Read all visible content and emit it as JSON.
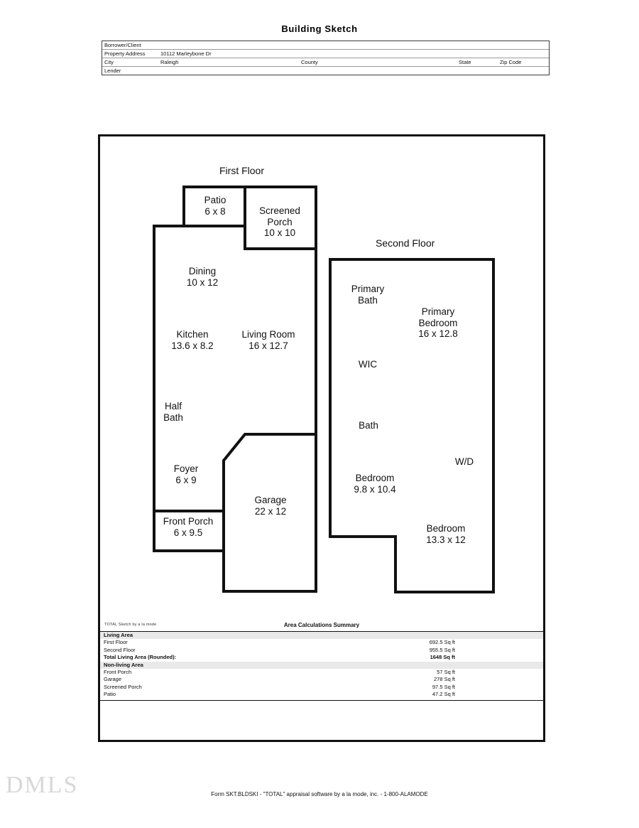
{
  "document": {
    "title": "Building Sketch",
    "footer": "Form SKT.BLDSKI - \"TOTAL\" appraisal software by a la mode, inc. - 1-800-ALAMODE",
    "watermark": "DMLS",
    "sketch_credit": "TOTAL Sketch by a la mode"
  },
  "header_fields": {
    "borrower_label": "Borrower/Client",
    "borrower_value": "",
    "property_address_label": "Property Address",
    "property_address_value": "10112 Marleybone Dr",
    "city_label": "City",
    "city_value": "Raleigh",
    "county_label": "County",
    "county_value": "",
    "state_label": "State",
    "state_value": "",
    "zip_label": "Zip Code",
    "zip_value": "",
    "lender_label": "Lender",
    "lender_value": ""
  },
  "floors": {
    "first": {
      "label": "First Floor",
      "rooms": [
        {
          "name": "Patio",
          "dim": "6 x 8"
        },
        {
          "name": "Screened",
          "name2": "Porch",
          "dim": "10 x 10"
        },
        {
          "name": "Dining",
          "dim": "10 x 12"
        },
        {
          "name": "Kitchen",
          "dim": "13.6 x 8.2"
        },
        {
          "name": "Living Room",
          "dim": "16 x 12.7"
        },
        {
          "name": "Half",
          "name2": "Bath",
          "dim": ""
        },
        {
          "name": "Foyer",
          "dim": "6 x 9"
        },
        {
          "name": "Front Porch",
          "dim": "6 x 9.5"
        },
        {
          "name": "Garage",
          "dim": "22 x 12"
        }
      ]
    },
    "second": {
      "label": "Second Floor",
      "rooms": [
        {
          "name": "Primary",
          "name2": "Bath",
          "dim": ""
        },
        {
          "name": "Primary",
          "name2": "Bedroom",
          "dim": "16 x 12.8"
        },
        {
          "name": "WIC",
          "dim": ""
        },
        {
          "name": "Bath",
          "dim": ""
        },
        {
          "name": "W/D",
          "dim": ""
        },
        {
          "name": "Bedroom",
          "dim": "9.8 x 10.4"
        },
        {
          "name": "Bedroom",
          "dim": "13.3 x 12"
        }
      ]
    }
  },
  "area_summary": {
    "title": "Area Calculations Summary",
    "living_area_label": "Living Area",
    "rows_living": [
      {
        "name": "First Floor",
        "amount": "692.5 Sq ft"
      },
      {
        "name": "Second Floor",
        "amount": "955.5 Sq ft"
      }
    ],
    "total_label": "Total Living Area (Rounded):",
    "total_amount": "1648 Sq ft",
    "non_living_label": "Non-living Area",
    "rows_non_living": [
      {
        "name": "Front Porch",
        "amount": "57 Sq ft"
      },
      {
        "name": "Garage",
        "amount": "278 Sq ft"
      },
      {
        "name": "Screened Porch",
        "amount": "97.5 Sq ft"
      },
      {
        "name": "Patio",
        "amount": "47.2 Sq ft"
      }
    ]
  },
  "colors": {
    "ink": "#111111",
    "rule": "#9a9a9a",
    "section_band": "#e9e9e9",
    "watermark": "#d8d8d8"
  }
}
